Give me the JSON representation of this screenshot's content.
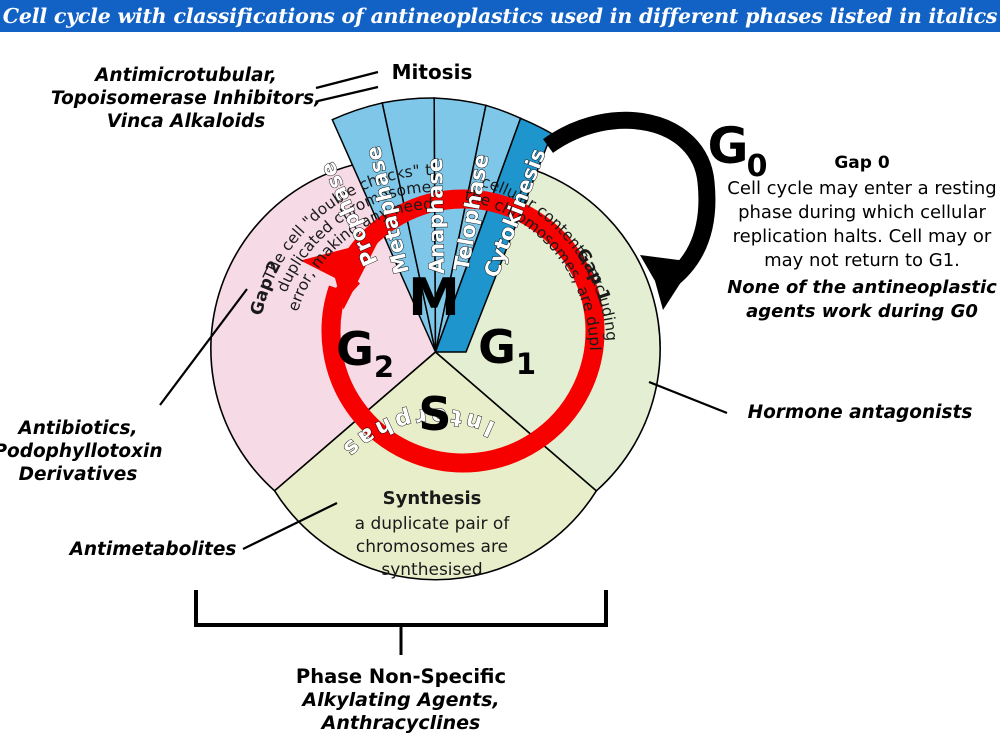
{
  "title": "Cell cycle with classifications of antineoplastics used in different phases listed in italics",
  "colors": {
    "title_bar": "#1162c4",
    "title_text": "#ffffff",
    "g2_sector": "#f6dae5",
    "g1_sector": "#e3eed3",
    "s_sector": "#e9eeca",
    "mitosis_wedge": "#7ec7e9",
    "cytokinesis_wedge": "#1e95cc",
    "interphase_ring": "#f60000",
    "red_arrow": "#f60000",
    "g0_arrow": "#000000",
    "outline": "#000000"
  },
  "diagram": {
    "center_labels": {
      "mitosis_short": "M",
      "gap2_short": "G",
      "gap2_sub": "2",
      "gap1_short": "G",
      "gap1_sub": "1",
      "synthesis_short": "S",
      "gap0_short": "G",
      "gap0_sub": "0"
    },
    "ring_label": "Interphase",
    "mitosis_heading": "Mitosis",
    "mitosis_phases": [
      "Prophase",
      "Metaphase",
      "Anaphase",
      "Telophase",
      "Cytokinesis"
    ],
    "gap2": {
      "heading": "Gap 2",
      "body": "The cell \"double checks\" the duplicated chromosomes for error, making any needed repairs",
      "lines": [
        "The cell \"double checks\" the",
        "duplicated chromosomes for",
        "error, making any needed repairs"
      ]
    },
    "gap1": {
      "heading": "Gap 1",
      "body": "cellular contents, excluding the chromosomes, are duplicated",
      "lines": [
        "cellular contents, excluding",
        "the chromosomes, are duplicated"
      ]
    },
    "synthesis": {
      "heading": "Synthesis",
      "lines": [
        "a duplicate pair of",
        "chromosomes are",
        "synthesised"
      ]
    },
    "gap0": {
      "heading": "Gap 0",
      "lines": [
        "Cell cycle may enter a resting",
        "phase during which cellular",
        "replication halts. Cell may or",
        "may not return to G1."
      ],
      "italic_lines": [
        "None of the antineoplastic",
        "agents work during G0"
      ]
    }
  },
  "annotations": {
    "mitosis_drugs": [
      "Antimicrotubular,",
      "Topoisomerase Inhibitors,",
      "Vinca Alkaloids"
    ],
    "g2_drugs": [
      "Antibiotics,",
      "Podophyllotoxin",
      "Derivatives"
    ],
    "s_drugs": [
      "Antimetabolites"
    ],
    "g1_drugs": [
      "Hormone antagonists"
    ],
    "non_specific": {
      "heading": "Phase Non-Specific",
      "italic_lines": [
        "Alkylating Agents,",
        "Anthracyclines"
      ]
    }
  }
}
